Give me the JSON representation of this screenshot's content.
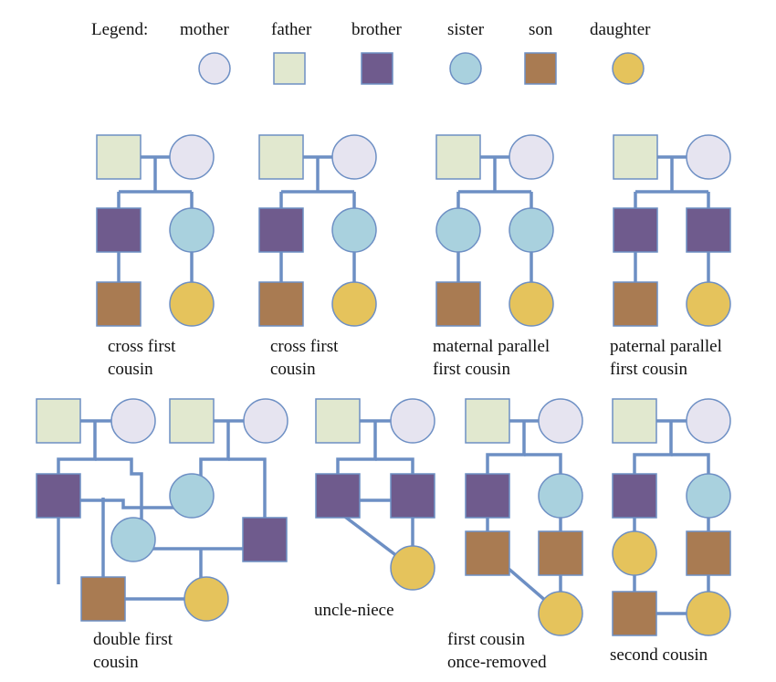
{
  "legend": {
    "title": "Legend:",
    "items": [
      {
        "key": "mother",
        "label": "mother",
        "shape": "circle",
        "color": "#e6e4f0"
      },
      {
        "key": "father",
        "label": "father",
        "shape": "square",
        "color": "#e1e8cf"
      },
      {
        "key": "brother",
        "label": "brother",
        "shape": "square",
        "color": "#6f5b8d"
      },
      {
        "key": "sister",
        "label": "sister",
        "shape": "circle",
        "color": "#a9d1de"
      },
      {
        "key": "son",
        "label": "son",
        "shape": "square",
        "color": "#a97b52"
      },
      {
        "key": "daughter",
        "label": "daughter",
        "shape": "circle",
        "color": "#e5c35c"
      }
    ]
  },
  "colors": {
    "line": "#6d8fc4",
    "shape_stroke": "#6d8fc4",
    "text": "#111111"
  },
  "diagrams": [
    {
      "id": "cross-first-cousin-1",
      "label": [
        "cross first",
        "cousin"
      ]
    },
    {
      "id": "cross-first-cousin-2",
      "label": [
        "cross first",
        "cousin"
      ]
    },
    {
      "id": "maternal-parallel-first-cousin",
      "label": [
        "maternal parallel",
        "first cousin"
      ]
    },
    {
      "id": "paternal-parallel-first-cousin",
      "label": [
        "paternal parallel",
        "first cousin"
      ]
    },
    {
      "id": "double-first-cousin",
      "label": [
        "double first",
        "cousin"
      ]
    },
    {
      "id": "uncle-niece",
      "label": [
        "uncle-niece"
      ]
    },
    {
      "id": "first-cousin-once-removed",
      "label": [
        "first cousin",
        "once-removed"
      ]
    },
    {
      "id": "second-cousin",
      "label": [
        "second cousin"
      ]
    }
  ]
}
